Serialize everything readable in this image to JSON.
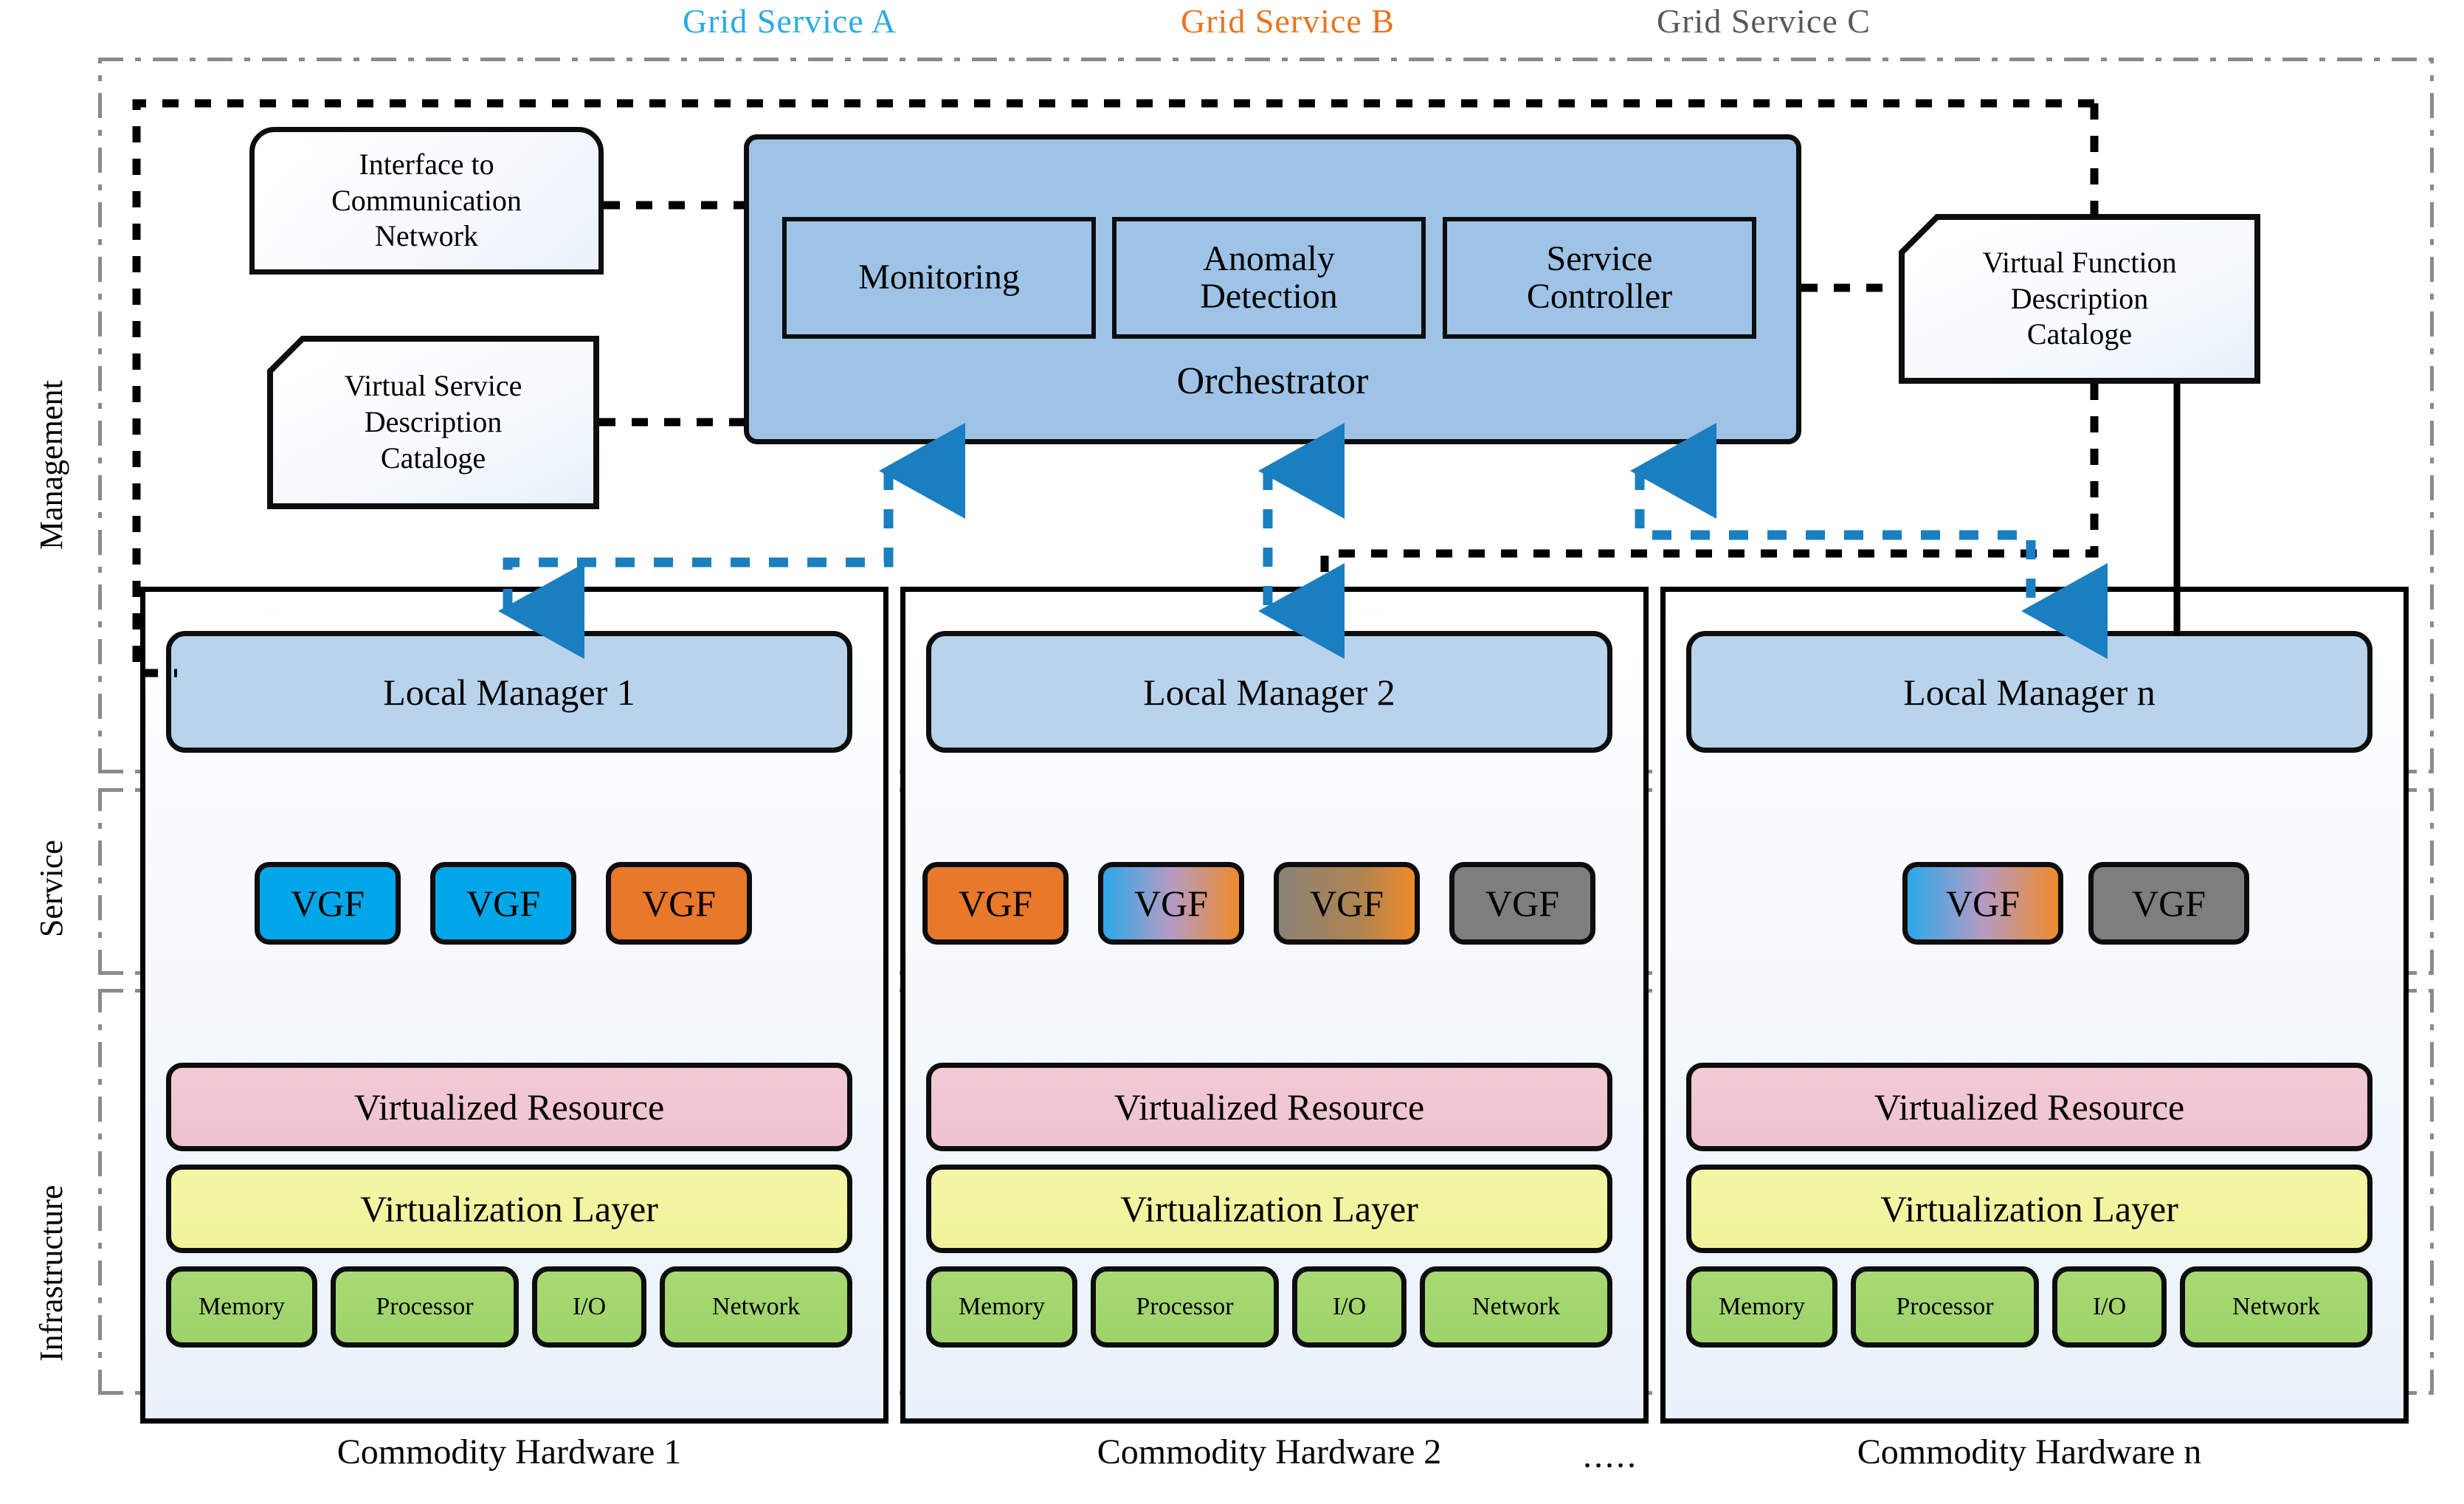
{
  "services": [
    {
      "label": "Grid Service A",
      "color": "#29aae3"
    },
    {
      "label": "Grid Service B",
      "color": "#e8741e"
    },
    {
      "label": "Grid Service C",
      "color": "#595959"
    }
  ],
  "layers": [
    {
      "label": "Management"
    },
    {
      "label": "Service"
    },
    {
      "label": "Infrastructure"
    }
  ],
  "management": {
    "interface_note": {
      "line1": "Interface to",
      "line2": "Communication",
      "line3": "Network"
    },
    "virtual_service_catalog": {
      "line1": "Virtual Service",
      "line2": "Description",
      "line3": "Cataloge"
    },
    "virtual_function_catalog": {
      "line1": "Virtual Function",
      "line2": "Description",
      "line3": "Cataloge"
    },
    "orchestrator": {
      "label": "Orchestrator",
      "fill": "#9ec3e6",
      "modules": [
        {
          "label": "Monitoring"
        },
        {
          "label": "Anomaly\nDetection"
        },
        {
          "label": "Service\nController"
        }
      ]
    },
    "local_managers": [
      {
        "label": "Local Manager 1"
      },
      {
        "label": "Local Manager 2"
      },
      {
        "label": "Local Manager n"
      }
    ]
  },
  "service_layer": {
    "vgf_label": "VGF",
    "columns": [
      {
        "chips": [
          {
            "fill": "blue"
          },
          {
            "fill": "blue"
          },
          {
            "fill": "orange"
          }
        ]
      },
      {
        "chips": [
          {
            "fill": "orange"
          },
          {
            "fill": "blue-orange"
          },
          {
            "fill": "gray-orange"
          },
          {
            "fill": "gray"
          }
        ]
      },
      {
        "chips": [
          {
            "fill": "blue-orange"
          },
          {
            "fill": "gray"
          }
        ]
      }
    ]
  },
  "infrastructure": {
    "virtualized_resource": "Virtualized Resource",
    "virtualization_layer": "Virtualization Layer",
    "resources": [
      "Memory",
      "Processor",
      "I/O",
      "Network"
    ]
  },
  "hardware_labels": [
    "Commodity Hardware 1",
    "Commodity Hardware 2",
    "Commodity Hardware n"
  ],
  "hardware_separator": ".....",
  "colors": {
    "vgf_blue": "#00a7e8",
    "vgf_orange": "#e8782a",
    "vgf_gray": "#7e7e7e",
    "local_manager": "#b9d3ec",
    "orchestrator": "#9ec3e6",
    "virtualized_resource": "#eec7d1",
    "virtualization_layer": "#f1f3a0",
    "resource_green": "#a2d46d",
    "arrow_blue": "#1a7fc1",
    "frame_gray": "#8a8a8a"
  }
}
